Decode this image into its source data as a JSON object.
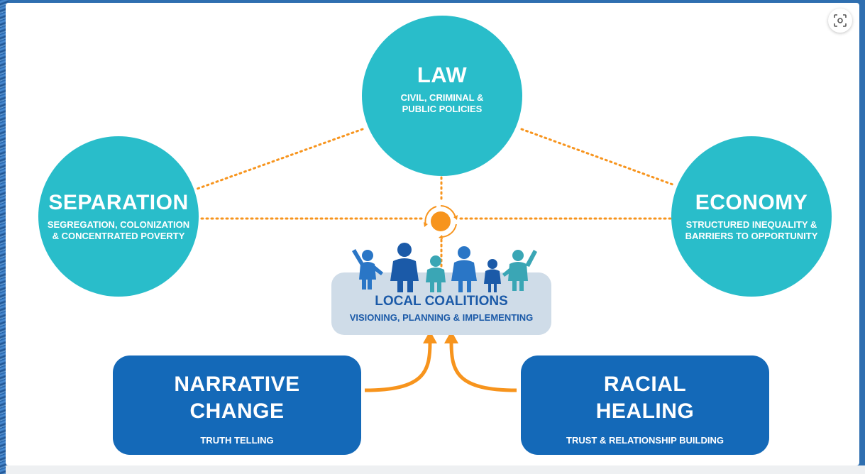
{
  "colors": {
    "teal": "#29bdca",
    "blue": "#1469b8",
    "orange": "#f7941d",
    "light_panel": "#cfdce8",
    "dark_text": "#1b5aa8"
  },
  "law": {
    "title": "LAW",
    "sub_line1": "CIVIL, CRIMINAL &",
    "sub_line2": "PUBLIC POLICIES"
  },
  "separation": {
    "title": "SEPARATION",
    "sub_line1": "SEGREGATION, COLONIZATION",
    "sub_line2": "& CONCENTRATED POVERTY"
  },
  "economy": {
    "title": "ECONOMY",
    "sub_line1": "STRUCTURED INEQUALITY &",
    "sub_line2": "BARRIERS TO OPPORTUNITY"
  },
  "coalitions": {
    "title": "LOCAL COALITIONS",
    "subtitle": "VISIONING, PLANNING & IMPLEMENTING"
  },
  "narrative": {
    "line1": "NARRATIVE",
    "line2": "CHANGE",
    "subtitle": "TRUTH TELLING"
  },
  "racial": {
    "line1": "RACIAL",
    "line2": "HEALING",
    "subtitle": "TRUST & RELATIONSHIP BUILDING"
  },
  "icons": {
    "focus": "focus-lens-icon",
    "hub": "cycle-hub-icon",
    "people": "people-group-icon"
  }
}
